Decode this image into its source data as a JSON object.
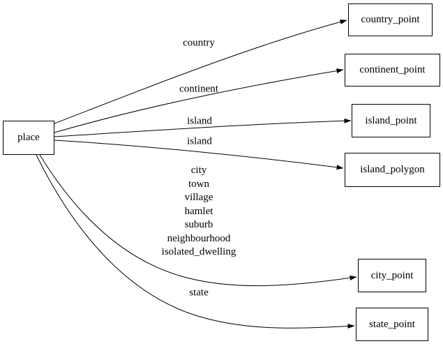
{
  "diagram": {
    "colors": {
      "background": "#ffffff",
      "node_border": "#000000",
      "edge": "#000000",
      "text": "#000000"
    },
    "source_node": {
      "label": "place"
    },
    "target_nodes": [
      {
        "label": "country_point"
      },
      {
        "label": "continent_point"
      },
      {
        "label": "island_point"
      },
      {
        "label": "island_polygon"
      },
      {
        "label": "city_point"
      },
      {
        "label": "state_point"
      }
    ],
    "edges": [
      {
        "from": "place",
        "to": "country_point",
        "label": "country"
      },
      {
        "from": "place",
        "to": "continent_point",
        "label": "continent"
      },
      {
        "from": "place",
        "to": "island_point",
        "label": "island"
      },
      {
        "from": "place",
        "to": "island_polygon",
        "label": "island"
      },
      {
        "from": "place",
        "to": "city_point",
        "label_lines": [
          "city",
          "town",
          "village",
          "hamlet",
          "suburb",
          "neighbourhood",
          "isolated_dwelling"
        ]
      },
      {
        "from": "place",
        "to": "state_point",
        "label": "state"
      }
    ]
  }
}
